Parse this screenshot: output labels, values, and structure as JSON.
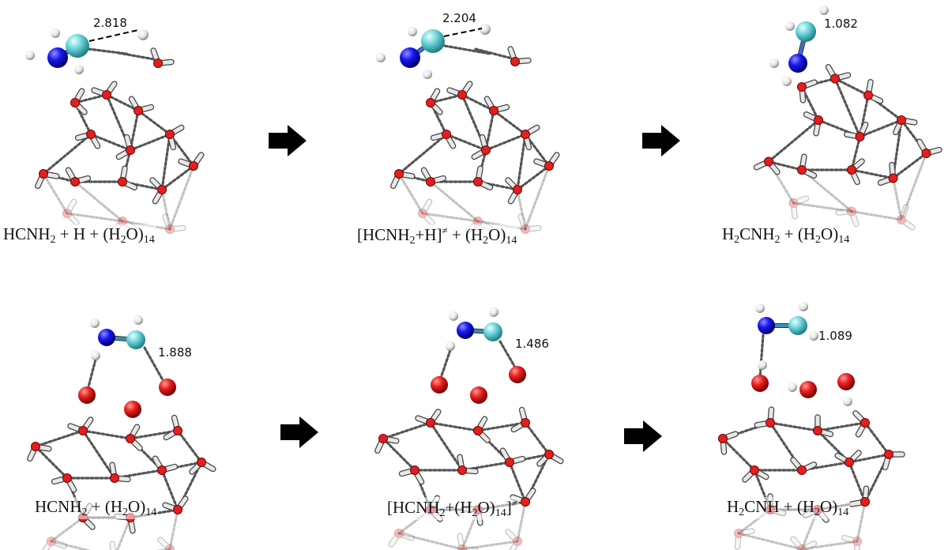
{
  "panels": [
    {
      "id": "top-1",
      "distance": "2.818",
      "label": [
        {
          "t": "HCNH"
        },
        {
          "sub": "2"
        },
        {
          "t": " + H + (H"
        },
        {
          "sub": "2"
        },
        {
          "t": "O)"
        },
        {
          "sub": "14"
        }
      ]
    },
    {
      "id": "top-2",
      "distance": "2.204",
      "label": [
        {
          "t": "[HCNH"
        },
        {
          "sub": "2"
        },
        {
          "t": "+H]"
        },
        {
          "sup": "≠"
        },
        {
          "t": " + (H"
        },
        {
          "sub": "2"
        },
        {
          "t": "O)"
        },
        {
          "sub": "14"
        }
      ]
    },
    {
      "id": "top-3",
      "distance": "1.082",
      "label": [
        {
          "t": "H"
        },
        {
          "sub": "2"
        },
        {
          "t": "CNH"
        },
        {
          "sub": "2"
        },
        {
          "t": " + (H"
        },
        {
          "sub": "2"
        },
        {
          "t": "O)"
        },
        {
          "sub": "14"
        }
      ]
    },
    {
      "id": "bottom-1",
      "distance": "1.888",
      "label": [
        {
          "t": "HCNH"
        },
        {
          "sub": "2"
        },
        {
          "t": " + (H"
        },
        {
          "sub": "2"
        },
        {
          "t": "O)"
        },
        {
          "sub": "14"
        }
      ]
    },
    {
      "id": "bottom-2",
      "distance": "1.486",
      "label": [
        {
          "t": "[HCNH"
        },
        {
          "sub": "2"
        },
        {
          "t": "+(H"
        },
        {
          "sub": "2"
        },
        {
          "t": "O)"
        },
        {
          "sub": "14"
        },
        {
          "t": "]"
        },
        {
          "sup": "≠"
        }
      ]
    },
    {
      "id": "bottom-3",
      "distance": "1.089",
      "label": [
        {
          "t": "H"
        },
        {
          "sub": "2"
        },
        {
          "t": "CNH + (H"
        },
        {
          "sub": "2"
        },
        {
          "t": "O)"
        },
        {
          "sub": "14"
        }
      ]
    }
  ],
  "colors": {
    "carbon": "#5fcfd6",
    "nitrogen": "#1010e0",
    "oxygen": "#e02020",
    "hydrogen": "#f2f2f2",
    "hbond": "#555555",
    "arrow": "#000000"
  }
}
